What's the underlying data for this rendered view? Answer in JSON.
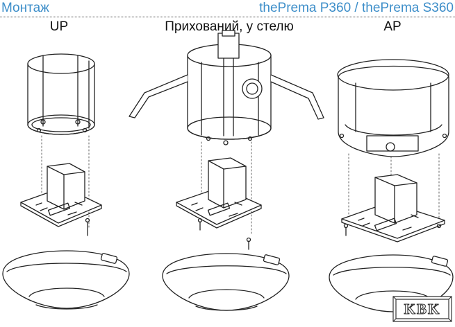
{
  "header": {
    "left_title": "Монтаж",
    "right_title": "thePrema P360 / thePrema S360",
    "title_color": "#3d8ec9"
  },
  "columns": [
    {
      "label": "UP"
    },
    {
      "label": "Прихований, у стелю"
    },
    {
      "label": "AP"
    }
  ],
  "logo": {
    "text": "KBK"
  }
}
